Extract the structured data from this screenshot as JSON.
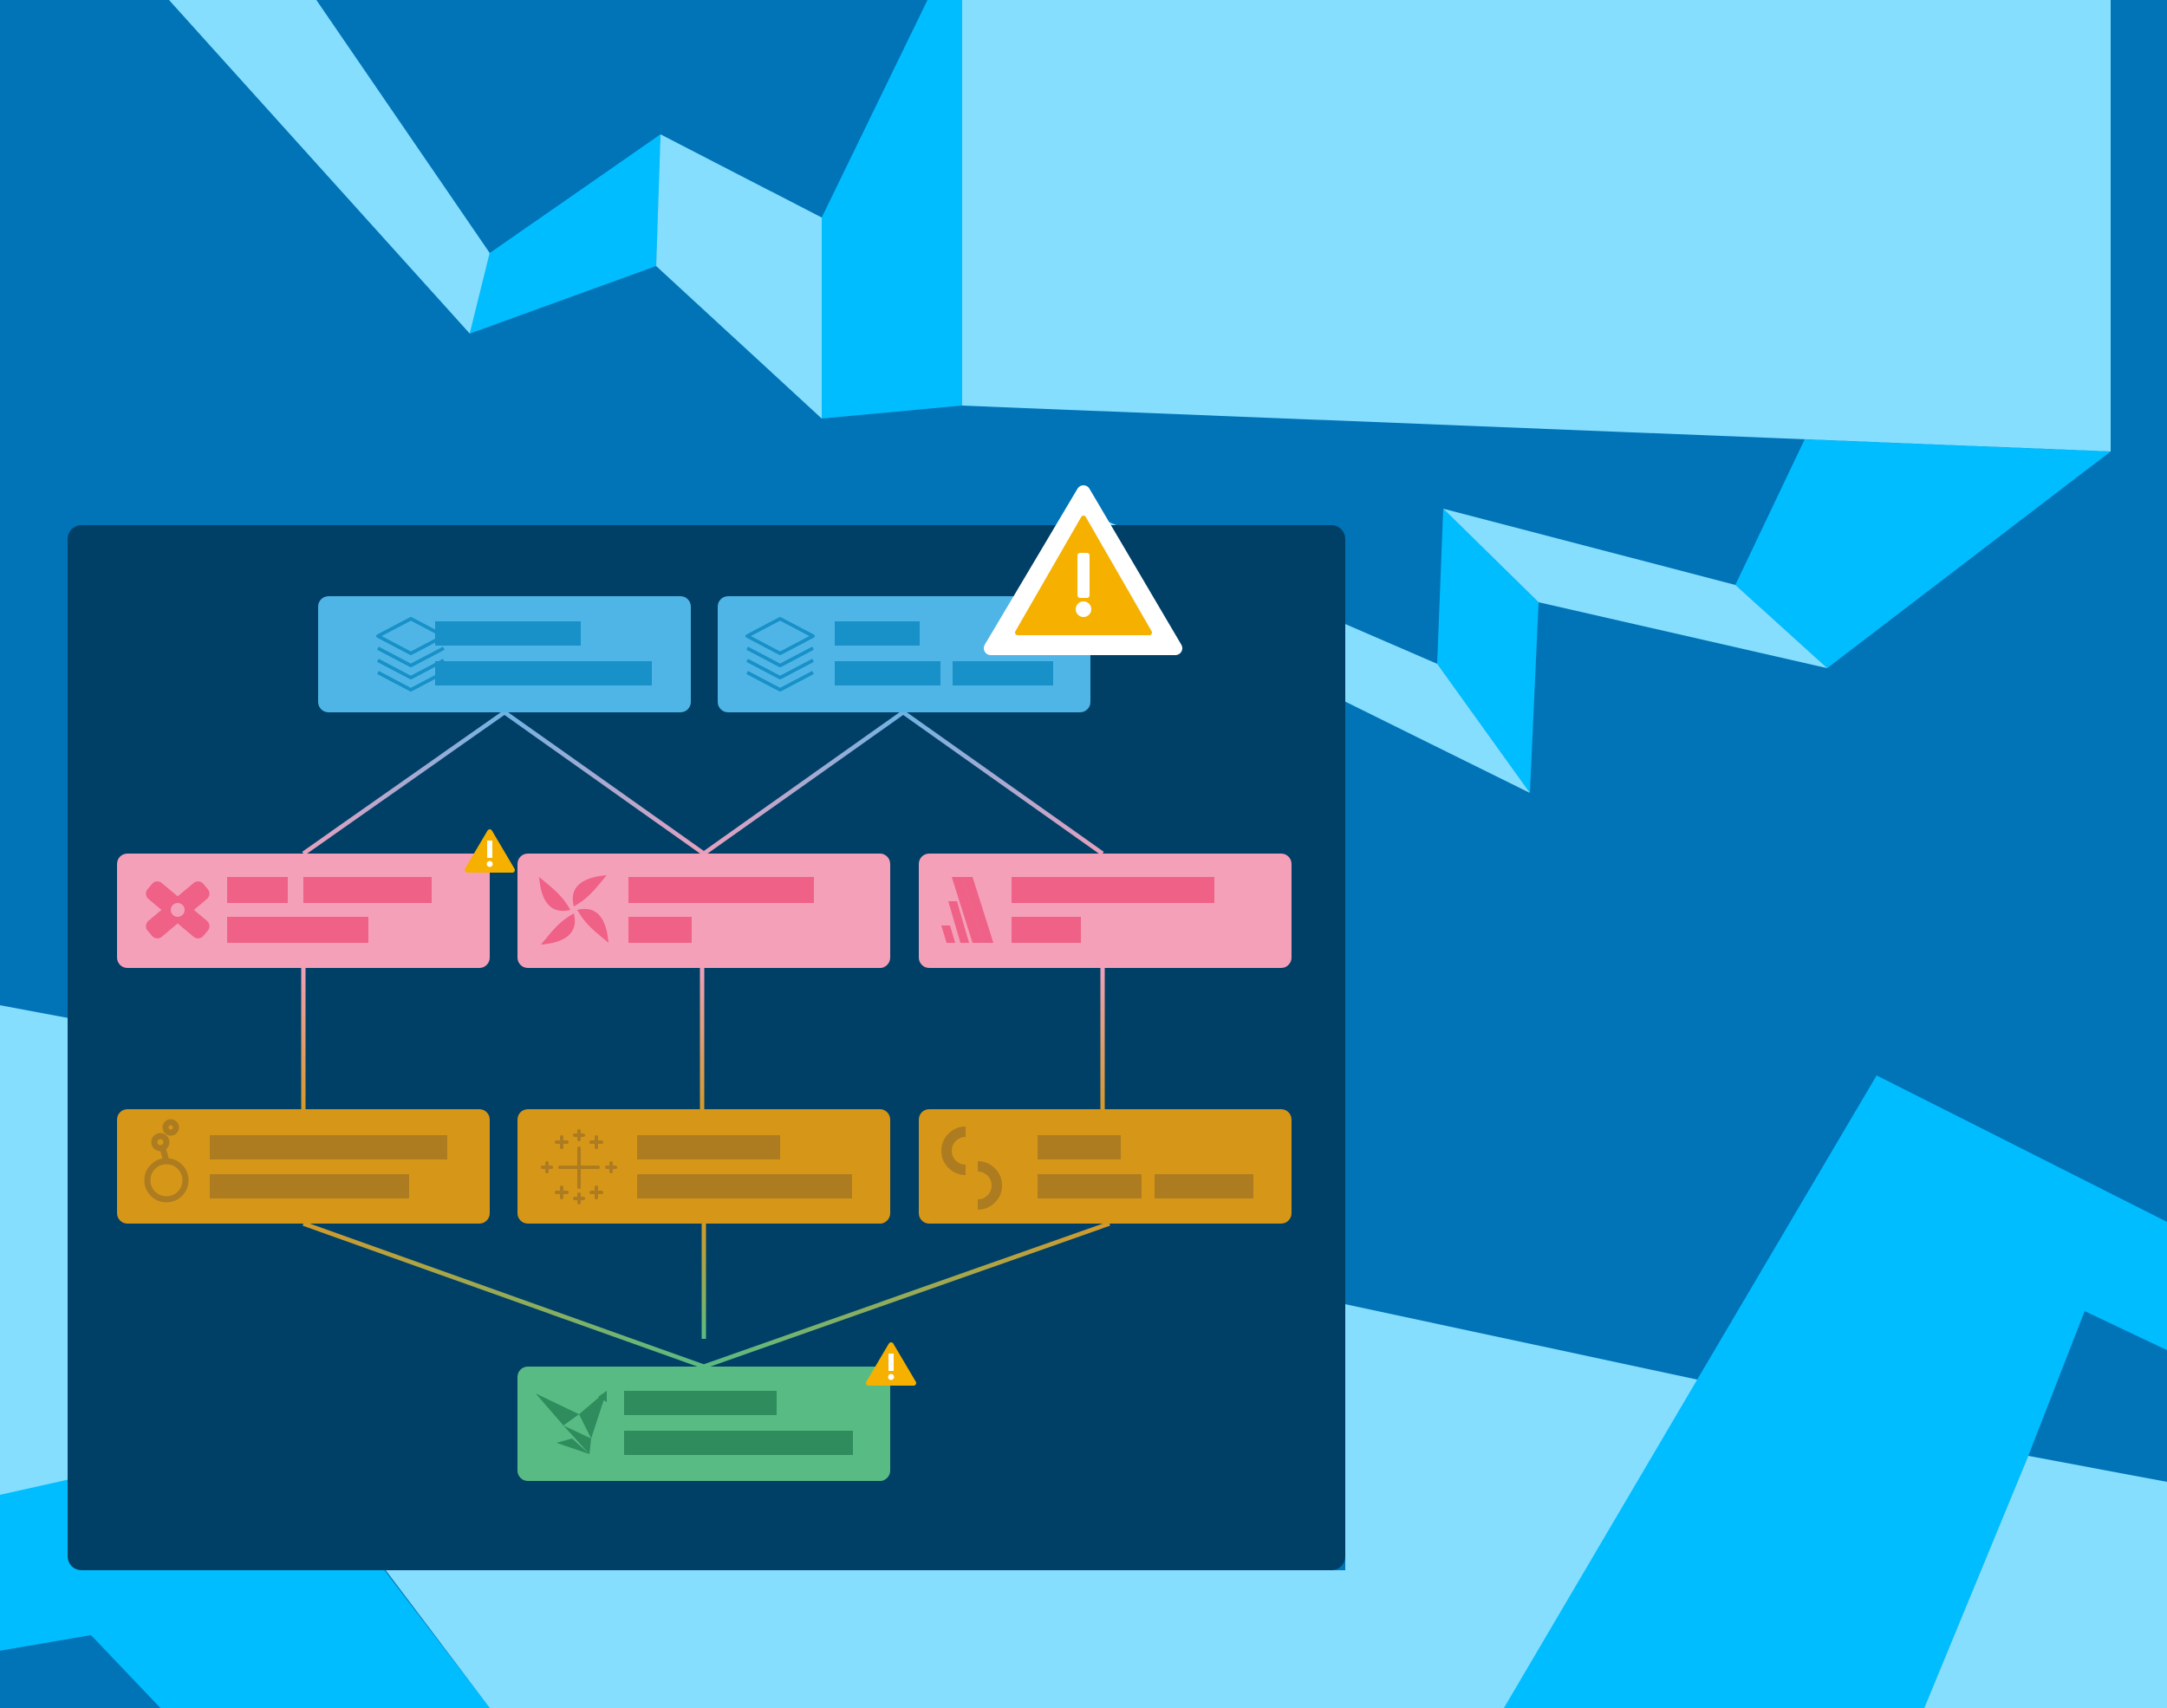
{
  "colors": {
    "background": "#0074b7",
    "shard_light": "#86deff",
    "shard_bright": "#00bdff",
    "panel": "#003f66",
    "source": "#4fb5e6",
    "source_bar": "#1890c8",
    "transform": "#f5a0b9",
    "transform_bar": "#ef6187",
    "bi": "#d69718",
    "bi_bar": "#ad7c20",
    "destination": "#59bb84",
    "destination_bar": "#2e8c5d",
    "warning": "#f5b000"
  },
  "diagram": {
    "nodes": [
      {
        "id": "source-1",
        "tier": "source",
        "icon": "stack-layers-icon",
        "warning": false
      },
      {
        "id": "source-2",
        "tier": "source",
        "icon": "stack-layers-icon",
        "warning": true
      },
      {
        "id": "transform-1",
        "tier": "transform",
        "icon": "x-shape-icon",
        "warning": true
      },
      {
        "id": "transform-2",
        "tier": "transform",
        "icon": "pinwheel-icon",
        "warning": false
      },
      {
        "id": "transform-3",
        "tier": "transform",
        "icon": "slash-stripes-icon",
        "warning": false
      },
      {
        "id": "bi-1",
        "tier": "bi",
        "icon": "chain-ring-icon",
        "warning": false
      },
      {
        "id": "bi-2",
        "tier": "bi",
        "icon": "plus-cluster-icon",
        "warning": false
      },
      {
        "id": "bi-3",
        "tier": "bi",
        "icon": "split-c-icon",
        "warning": false
      },
      {
        "id": "destination-1",
        "tier": "destination",
        "icon": "origami-bird-icon",
        "warning": true
      }
    ],
    "edges": [
      [
        "source-1",
        "transform-1"
      ],
      [
        "source-1",
        "transform-2"
      ],
      [
        "source-2",
        "transform-2"
      ],
      [
        "source-2",
        "transform-3"
      ],
      [
        "transform-1",
        "bi-1"
      ],
      [
        "transform-2",
        "bi-2"
      ],
      [
        "transform-3",
        "bi-3"
      ],
      [
        "bi-1",
        "destination-1"
      ],
      [
        "bi-2",
        "destination-1"
      ],
      [
        "bi-3",
        "destination-1"
      ]
    ]
  }
}
